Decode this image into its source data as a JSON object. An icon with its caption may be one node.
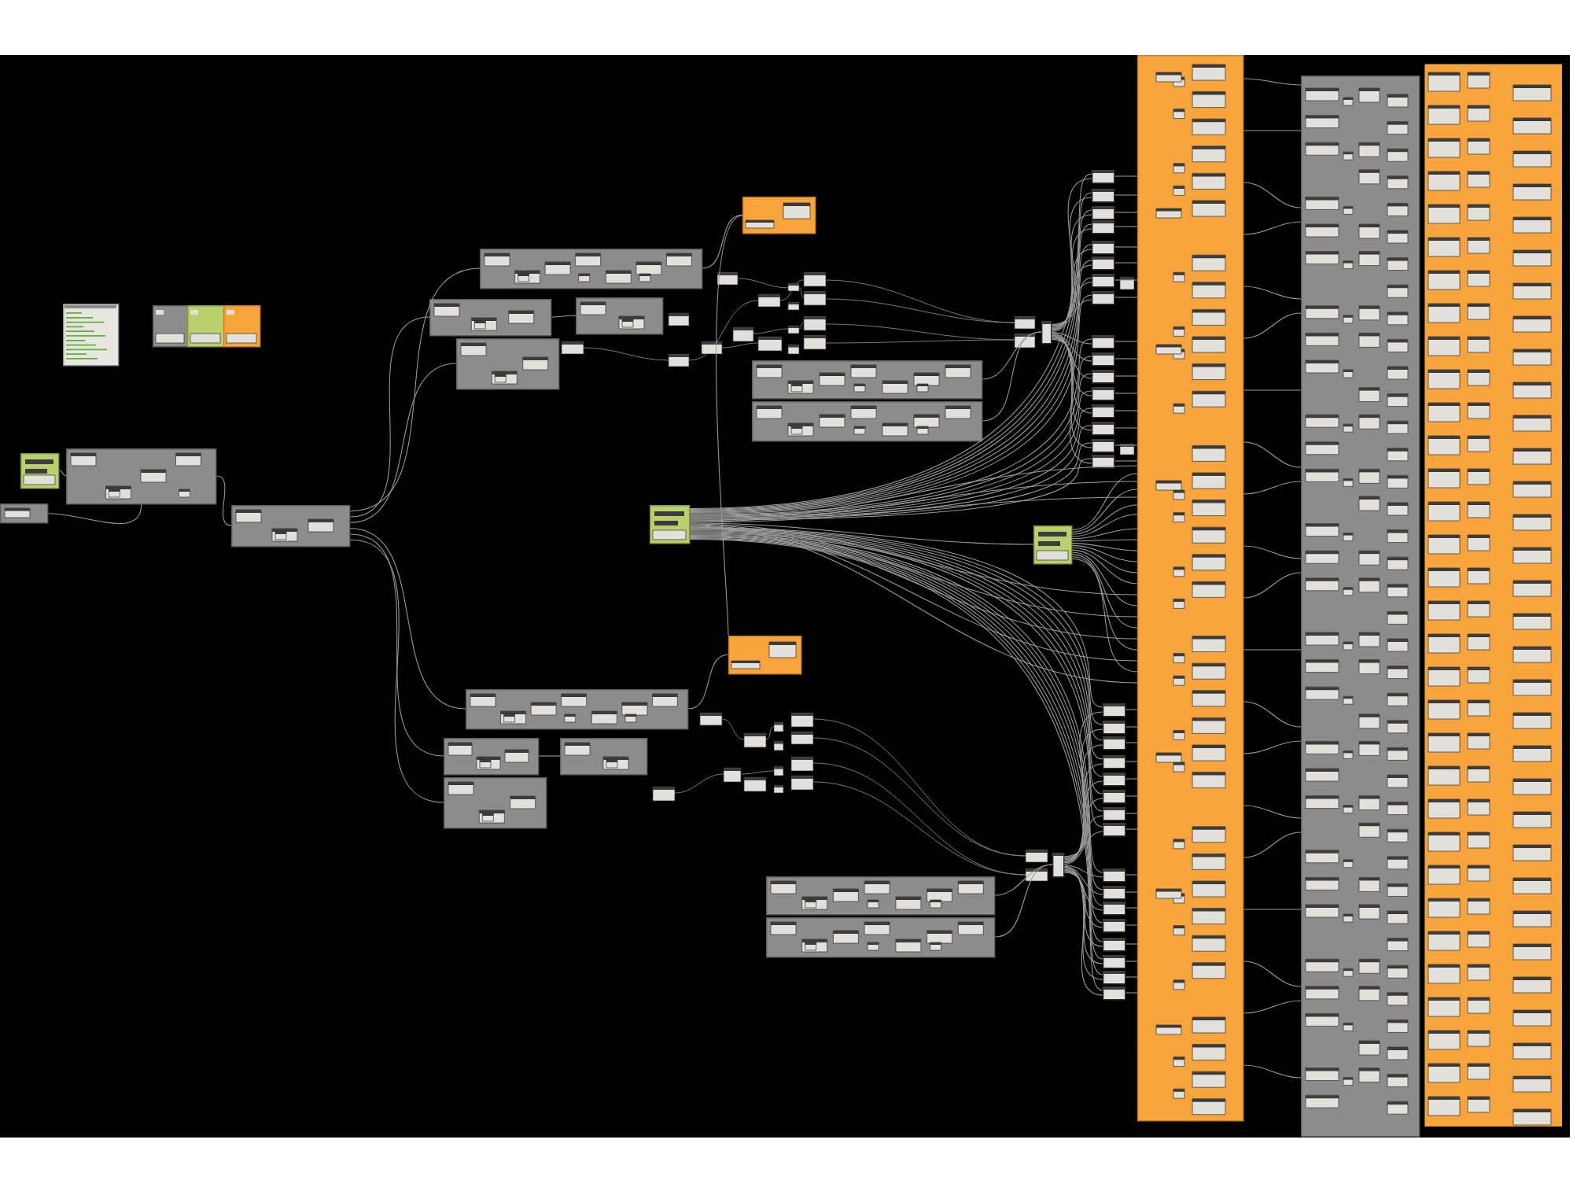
{
  "diagram": {
    "nodes": [
      {
        "text": [],
        "shape": "box"
      },
      {
        "text": [],
        "shape": "box"
      },
      {
        "text": [],
        "shape": "box"
      },
      {
        "text": [],
        "shape": "box"
      },
      {
        "text": [],
        "shape": "box"
      },
      {
        "text": [],
        "shape": "box"
      },
      {
        "text": [],
        "shape": "box"
      },
      {
        "text": [],
        "shape": "box"
      },
      {
        "text": [],
        "shape": "box"
      },
      {
        "text": [],
        "shape": "box"
      },
      {
        "text": [],
        "shape": "box"
      },
      {
        "text": [],
        "shape": "box"
      },
      {
        "text": [],
        "shape": "box"
      },
      {
        "text": [],
        "shape": "box"
      },
      {
        "text": [],
        "shape": "box"
      },
      {
        "text": [],
        "shape": "box"
      },
      {
        "text": [],
        "shape": "box"
      },
      {
        "text": [],
        "shape": "box"
      },
      {
        "text": [],
        "shape": "box"
      },
      {
        "text": [],
        "shape": "box"
      },
      {
        "text": [],
        "shape": "box"
      },
      {
        "text": [],
        "shape": "box"
      },
      {
        "text": [],
        "shape": "box"
      },
      {
        "text": [],
        "shape": "box"
      },
      {
        "text": [],
        "shape": "box"
      },
      {
        "text": [],
        "shape": "box"
      },
      {
        "text": [],
        "shape": "box"
      },
      {
        "text": [],
        "shape": "box"
      },
      {
        "text": [],
        "shape": "box"
      },
      {
        "text": [],
        "shape": "box"
      },
      {
        "text": [],
        "shape": "box"
      },
      {
        "text": [],
        "shape": "box"
      },
      {
        "text": [],
        "shape": "box"
      },
      {
        "text": [],
        "shape": "box"
      },
      {
        "text": [],
        "shape": "box"
      },
      {
        "text": [],
        "shape": "box"
      },
      {
        "text": [],
        "shape": "box"
      },
      {
        "text": [],
        "shape": "box"
      },
      {
        "text": [],
        "shape": "box"
      },
      {
        "text": [],
        "shape": "box"
      },
      {
        "text": [],
        "shape": "box"
      },
      {
        "text": [],
        "shape": "box"
      },
      {
        "text": [],
        "shape": "box"
      },
      {
        "text": [],
        "shape": "box"
      },
      {
        "text": [],
        "shape": "box"
      },
      {
        "text": [],
        "shape": "box"
      },
      {
        "text": [],
        "shape": "box"
      },
      {
        "text": [],
        "shape": "box"
      },
      {
        "text": [],
        "shape": "box"
      },
      {
        "text": [],
        "shape": "box"
      },
      {
        "text": [],
        "shape": "box"
      },
      {
        "text": [],
        "shape": "box"
      },
      {
        "text": [],
        "shape": "box"
      },
      {
        "text": [],
        "shape": "box"
      },
      {
        "text": [],
        "shape": "box"
      },
      {
        "text": [],
        "shape": "box"
      },
      {
        "text": [],
        "shape": "box"
      },
      {
        "text": [],
        "shape": "box"
      },
      {
        "text": [],
        "shape": "box"
      },
      {
        "text": [],
        "shape": "box"
      },
      {
        "text": [],
        "shape": "box"
      }
    ],
    "edges": [
      {
        "from": 4,
        "to": 5,
        "arrow": "none"
      },
      {
        "from": 5,
        "to": 7,
        "arrow": "none"
      },
      {
        "from": 6,
        "to": 5,
        "arrow": "none"
      },
      {
        "from": 7,
        "to": 8,
        "arrow": "none"
      },
      {
        "from": 7,
        "to": 9,
        "arrow": "none"
      },
      {
        "from": 7,
        "to": 11,
        "arrow": "none"
      },
      {
        "from": 7,
        "to": 17,
        "arrow": "none"
      },
      {
        "from": 7,
        "to": 18,
        "arrow": "none"
      },
      {
        "from": 7,
        "to": 20,
        "arrow": "none"
      },
      {
        "from": 8,
        "to": 12,
        "arrow": "none"
      },
      {
        "from": 9,
        "to": 10,
        "arrow": "none"
      },
      {
        "from": 18,
        "to": 19,
        "arrow": "none"
      },
      {
        "from": 17,
        "to": 16,
        "arrow": "none"
      },
      {
        "from": 12,
        "to": 16,
        "arrow": "none"
      },
      {
        "from": 13,
        "to": 27,
        "arrow": "none"
      },
      {
        "from": 14,
        "to": 27,
        "arrow": "none"
      },
      {
        "from": 21,
        "to": 28,
        "arrow": "none"
      },
      {
        "from": 22,
        "to": 28,
        "arrow": "none"
      },
      {
        "from": 15,
        "to": 23,
        "arrow": "none"
      },
      {
        "from": 15,
        "to": 29,
        "arrow": "none"
      },
      {
        "from": 15,
        "to": 30,
        "arrow": "none"
      },
      {
        "from": 15,
        "to": 31,
        "arrow": "none"
      },
      {
        "from": 15,
        "to": 32,
        "arrow": "none"
      },
      {
        "from": 15,
        "to": 33,
        "arrow": "none"
      },
      {
        "from": 15,
        "to": 34,
        "arrow": "none"
      },
      {
        "from": 15,
        "to": 35,
        "arrow": "none"
      },
      {
        "from": 15,
        "to": 36,
        "arrow": "none"
      },
      {
        "from": 15,
        "to": 37,
        "arrow": "none"
      },
      {
        "from": 15,
        "to": 38,
        "arrow": "none"
      },
      {
        "from": 15,
        "to": 39,
        "arrow": "none"
      },
      {
        "from": 15,
        "to": 40,
        "arrow": "none"
      },
      {
        "from": 15,
        "to": 41,
        "arrow": "none"
      },
      {
        "from": 15,
        "to": 42,
        "arrow": "none"
      },
      {
        "from": 15,
        "to": 43,
        "arrow": "none"
      },
      {
        "from": 15,
        "to": 44,
        "arrow": "none"
      },
      {
        "from": 15,
        "to": 45,
        "arrow": "none"
      },
      {
        "from": 15,
        "to": 46,
        "arrow": "none"
      },
      {
        "from": 15,
        "to": 47,
        "arrow": "none"
      },
      {
        "from": 15,
        "to": 48,
        "arrow": "none"
      },
      {
        "from": 15,
        "to": 49,
        "arrow": "none"
      },
      {
        "from": 15,
        "to": 50,
        "arrow": "none"
      },
      {
        "from": 15,
        "to": 51,
        "arrow": "none"
      },
      {
        "from": 15,
        "to": 52,
        "arrow": "none"
      },
      {
        "from": 15,
        "to": 53,
        "arrow": "none"
      },
      {
        "from": 15,
        "to": 54,
        "arrow": "none"
      },
      {
        "from": 15,
        "to": 55,
        "arrow": "none"
      },
      {
        "from": 15,
        "to": 56,
        "arrow": "none"
      },
      {
        "from": 15,
        "to": 57,
        "arrow": "none"
      },
      {
        "from": 15,
        "to": 58,
        "arrow": "none"
      },
      {
        "from": 15,
        "to": 59,
        "arrow": "none"
      },
      {
        "from": 15,
        "to": 60,
        "arrow": "none"
      },
      {
        "from": 27,
        "to": 29,
        "arrow": "none"
      },
      {
        "from": 27,
        "to": 30,
        "arrow": "none"
      },
      {
        "from": 27,
        "to": 31,
        "arrow": "none"
      },
      {
        "from": 27,
        "to": 32,
        "arrow": "none"
      },
      {
        "from": 27,
        "to": 33,
        "arrow": "none"
      },
      {
        "from": 27,
        "to": 34,
        "arrow": "none"
      },
      {
        "from": 27,
        "to": 35,
        "arrow": "none"
      },
      {
        "from": 27,
        "to": 36,
        "arrow": "none"
      },
      {
        "from": 27,
        "to": 37,
        "arrow": "none"
      },
      {
        "from": 27,
        "to": 38,
        "arrow": "none"
      },
      {
        "from": 27,
        "to": 39,
        "arrow": "none"
      },
      {
        "from": 27,
        "to": 40,
        "arrow": "none"
      },
      {
        "from": 27,
        "to": 41,
        "arrow": "none"
      },
      {
        "from": 27,
        "to": 42,
        "arrow": "none"
      },
      {
        "from": 27,
        "to": 43,
        "arrow": "none"
      },
      {
        "from": 27,
        "to": 44,
        "arrow": "none"
      },
      {
        "from": 28,
        "to": 45,
        "arrow": "none"
      },
      {
        "from": 28,
        "to": 46,
        "arrow": "none"
      },
      {
        "from": 28,
        "to": 47,
        "arrow": "none"
      },
      {
        "from": 28,
        "to": 48,
        "arrow": "none"
      },
      {
        "from": 28,
        "to": 49,
        "arrow": "none"
      },
      {
        "from": 28,
        "to": 50,
        "arrow": "none"
      },
      {
        "from": 28,
        "to": 51,
        "arrow": "none"
      },
      {
        "from": 28,
        "to": 52,
        "arrow": "none"
      },
      {
        "from": 28,
        "to": 53,
        "arrow": "none"
      },
      {
        "from": 28,
        "to": 54,
        "arrow": "none"
      },
      {
        "from": 28,
        "to": 55,
        "arrow": "none"
      },
      {
        "from": 28,
        "to": 56,
        "arrow": "none"
      },
      {
        "from": 28,
        "to": 57,
        "arrow": "none"
      },
      {
        "from": 28,
        "to": 58,
        "arrow": "none"
      },
      {
        "from": 28,
        "to": 59,
        "arrow": "none"
      },
      {
        "from": 28,
        "to": 60,
        "arrow": "none"
      },
      {
        "from": 29,
        "to": 24,
        "arrow": "none"
      },
      {
        "from": 30,
        "to": 24,
        "arrow": "none"
      },
      {
        "from": 31,
        "to": 24,
        "arrow": "none"
      },
      {
        "from": 32,
        "to": 24,
        "arrow": "none"
      },
      {
        "from": 33,
        "to": 24,
        "arrow": "none"
      },
      {
        "from": 34,
        "to": 24,
        "arrow": "none"
      },
      {
        "from": 35,
        "to": 24,
        "arrow": "none"
      },
      {
        "from": 36,
        "to": 24,
        "arrow": "none"
      },
      {
        "from": 37,
        "to": 24,
        "arrow": "none"
      },
      {
        "from": 38,
        "to": 24,
        "arrow": "none"
      },
      {
        "from": 39,
        "to": 24,
        "arrow": "none"
      },
      {
        "from": 40,
        "to": 24,
        "arrow": "none"
      },
      {
        "from": 41,
        "to": 24,
        "arrow": "none"
      },
      {
        "from": 42,
        "to": 24,
        "arrow": "none"
      },
      {
        "from": 43,
        "to": 24,
        "arrow": "none"
      },
      {
        "from": 44,
        "to": 24,
        "arrow": "none"
      },
      {
        "from": 45,
        "to": 24,
        "arrow": "none"
      },
      {
        "from": 46,
        "to": 24,
        "arrow": "none"
      },
      {
        "from": 47,
        "to": 24,
        "arrow": "none"
      },
      {
        "from": 48,
        "to": 24,
        "arrow": "none"
      },
      {
        "from": 49,
        "to": 24,
        "arrow": "none"
      },
      {
        "from": 50,
        "to": 24,
        "arrow": "none"
      },
      {
        "from": 51,
        "to": 24,
        "arrow": "none"
      },
      {
        "from": 52,
        "to": 24,
        "arrow": "none"
      },
      {
        "from": 53,
        "to": 24,
        "arrow": "none"
      },
      {
        "from": 54,
        "to": 24,
        "arrow": "none"
      },
      {
        "from": 55,
        "to": 24,
        "arrow": "none"
      },
      {
        "from": 56,
        "to": 24,
        "arrow": "none"
      },
      {
        "from": 57,
        "to": 24,
        "arrow": "none"
      },
      {
        "from": 58,
        "to": 24,
        "arrow": "none"
      },
      {
        "from": 59,
        "to": 24,
        "arrow": "none"
      },
      {
        "from": 60,
        "to": 24,
        "arrow": "none"
      },
      {
        "from": 15,
        "to": 24,
        "arrow": "none"
      },
      {
        "from": 15,
        "to": 24,
        "arrow": "none"
      },
      {
        "from": 15,
        "to": 24,
        "arrow": "none"
      },
      {
        "from": 15,
        "to": 24,
        "arrow": "none"
      },
      {
        "from": 15,
        "to": 24,
        "arrow": "none"
      },
      {
        "from": 15,
        "to": 24,
        "arrow": "none"
      },
      {
        "from": 15,
        "to": 24,
        "arrow": "none"
      },
      {
        "from": 15,
        "to": 24,
        "arrow": "none"
      },
      {
        "from": 23,
        "to": 24,
        "arrow": "none"
      },
      {
        "from": 23,
        "to": 24,
        "arrow": "none"
      },
      {
        "from": 23,
        "to": 24,
        "arrow": "none"
      },
      {
        "from": 23,
        "to": 24,
        "arrow": "none"
      },
      {
        "from": 23,
        "to": 24,
        "arrow": "none"
      },
      {
        "from": 23,
        "to": 24,
        "arrow": "none"
      },
      {
        "from": 23,
        "to": 24,
        "arrow": "none"
      },
      {
        "from": 23,
        "to": 24,
        "arrow": "none"
      },
      {
        "from": 23,
        "to": 24,
        "arrow": "none"
      },
      {
        "from": 23,
        "to": 24,
        "arrow": "none"
      },
      {
        "from": 23,
        "to": 24,
        "arrow": "none"
      },
      {
        "from": 23,
        "to": 24,
        "arrow": "none"
      },
      {
        "from": 23,
        "to": 24,
        "arrow": "none"
      },
      {
        "from": 23,
        "to": 24,
        "arrow": "none"
      },
      {
        "from": 24,
        "to": 25,
        "arrow": "none"
      },
      {
        "from": 24,
        "to": 25,
        "arrow": "none"
      },
      {
        "from": 24,
        "to": 25,
        "arrow": "none"
      },
      {
        "from": 24,
        "to": 25,
        "arrow": "none"
      },
      {
        "from": 24,
        "to": 25,
        "arrow": "none"
      },
      {
        "from": 24,
        "to": 25,
        "arrow": "none"
      },
      {
        "from": 24,
        "to": 25,
        "arrow": "none"
      },
      {
        "from": 24,
        "to": 25,
        "arrow": "none"
      },
      {
        "from": 24,
        "to": 25,
        "arrow": "none"
      },
      {
        "from": 24,
        "to": 25,
        "arrow": "none"
      },
      {
        "from": 24,
        "to": 25,
        "arrow": "none"
      },
      {
        "from": 24,
        "to": 25,
        "arrow": "none"
      },
      {
        "from": 24,
        "to": 25,
        "arrow": "none"
      },
      {
        "from": 24,
        "to": 25,
        "arrow": "none"
      },
      {
        "from": 24,
        "to": 25,
        "arrow": "none"
      },
      {
        "from": 24,
        "to": 25,
        "arrow": "none"
      },
      {
        "from": 24,
        "to": 25,
        "arrow": "none"
      },
      {
        "from": 24,
        "to": 25,
        "arrow": "none"
      },
      {
        "from": 24,
        "to": 25,
        "arrow": "none"
      },
      {
        "from": 24,
        "to": 25,
        "arrow": "none"
      }
    ]
  }
}
